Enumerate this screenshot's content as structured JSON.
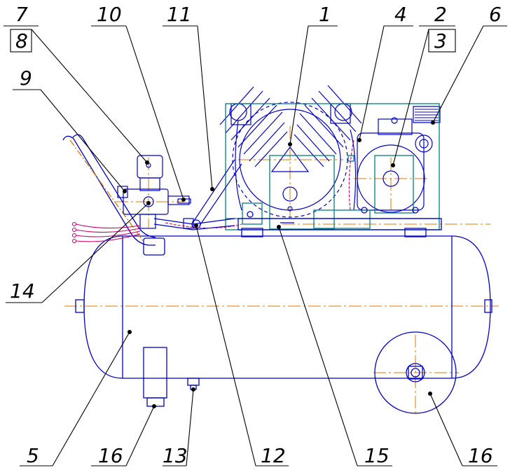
{
  "callouts": [
    {
      "id": "c1",
      "text": "1"
    },
    {
      "id": "c2",
      "text": "2"
    },
    {
      "id": "c3",
      "text": "3"
    },
    {
      "id": "c4",
      "text": "4"
    },
    {
      "id": "c5",
      "text": "5"
    },
    {
      "id": "c6",
      "text": "6"
    },
    {
      "id": "c7",
      "text": "7"
    },
    {
      "id": "c8",
      "text": "8"
    },
    {
      "id": "c9",
      "text": "9"
    },
    {
      "id": "c10",
      "text": "10"
    },
    {
      "id": "c11",
      "text": "11"
    },
    {
      "id": "c12",
      "text": "12"
    },
    {
      "id": "c13",
      "text": "13"
    },
    {
      "id": "c14",
      "text": "14"
    },
    {
      "id": "c15",
      "text": "15"
    },
    {
      "id": "c16a",
      "text": "16"
    },
    {
      "id": "c16b",
      "text": "16"
    }
  ],
  "colors": {
    "outline": "#0000cc",
    "frame": "#008080",
    "centerline": "#e07a00",
    "wire": "#cc0066",
    "leader": "#000000"
  }
}
